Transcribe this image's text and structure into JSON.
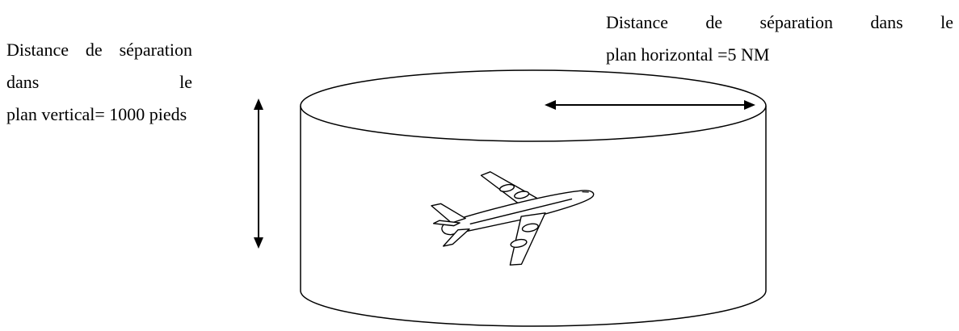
{
  "labels": {
    "vertical": {
      "line1": "Distance de séparation dans le",
      "line2": "plan vertical= 1000 pieds"
    },
    "horizontal": {
      "line1": "Distance de séparation dans le",
      "line2": "plan horizontal =5 NM"
    }
  },
  "colors": {
    "stroke": "#000000",
    "background": "#ffffff"
  },
  "icons": {
    "aircraft": "airplane-icon"
  }
}
